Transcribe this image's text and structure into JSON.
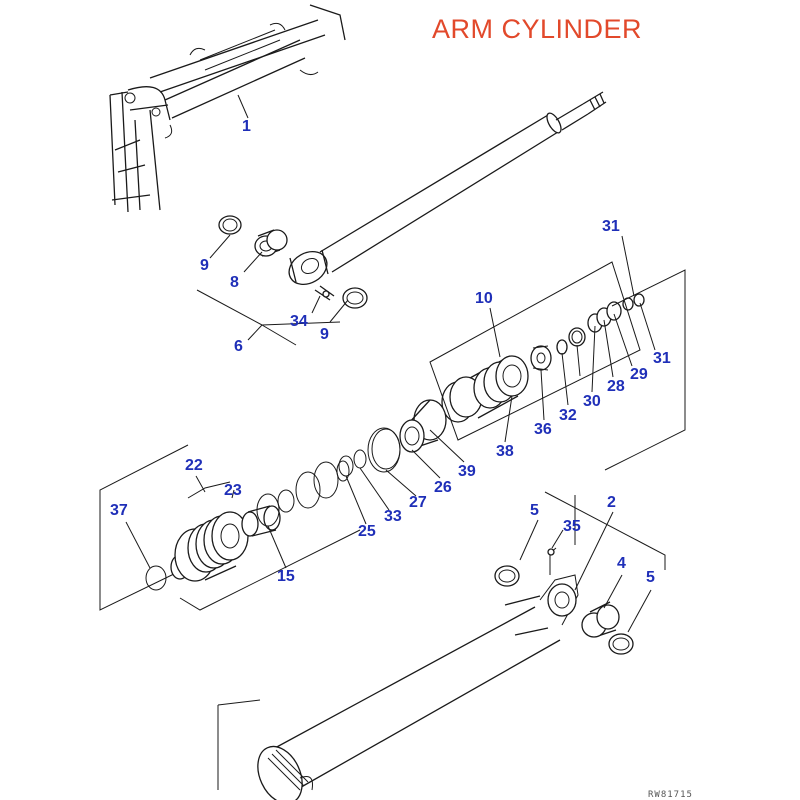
{
  "title": "ARM CYLINDER",
  "drawing_code": "RW81715",
  "callouts": {
    "c1": "1",
    "c2": "2",
    "c4": "4",
    "c5a": "5",
    "c5b": "5",
    "c6": "6",
    "c8": "8",
    "c9a": "9",
    "c9b": "9",
    "c10": "10",
    "c15": "15",
    "c22": "22",
    "c23": "23",
    "c25": "25",
    "c26": "26",
    "c27": "27",
    "c28": "28",
    "c29": "29",
    "c30": "30",
    "c31a": "31",
    "c31b": "31",
    "c32": "32",
    "c33": "33",
    "c34": "34",
    "c35": "35",
    "c36": "36",
    "c37": "37",
    "c38": "38",
    "c39": "39"
  },
  "colors": {
    "title": "#e2492b",
    "callout": "#1f2fb8",
    "line": "#1a1a1a"
  }
}
